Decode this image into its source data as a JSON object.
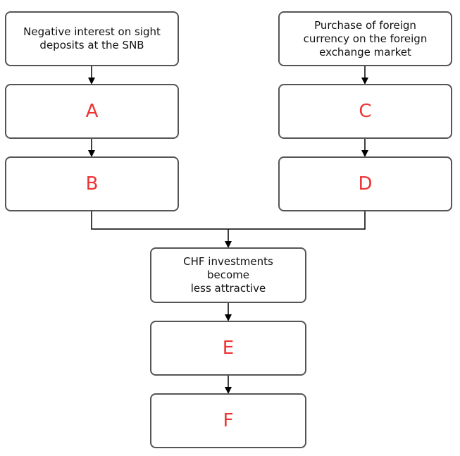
{
  "colors": {
    "border": "#555555",
    "text": "#111111",
    "letter": "#ee3333",
    "connector": "#000000"
  },
  "boxes": {
    "left_top": "Negative interest on sight\ndeposits at the SNB",
    "right_top": "Purchase of foreign\ncurrency on the foreign\nexchange market",
    "a": "A",
    "b": "B",
    "c": "C",
    "d": "D",
    "middle": "CHF investments become\nless attractive",
    "e": "E",
    "f": "F"
  }
}
